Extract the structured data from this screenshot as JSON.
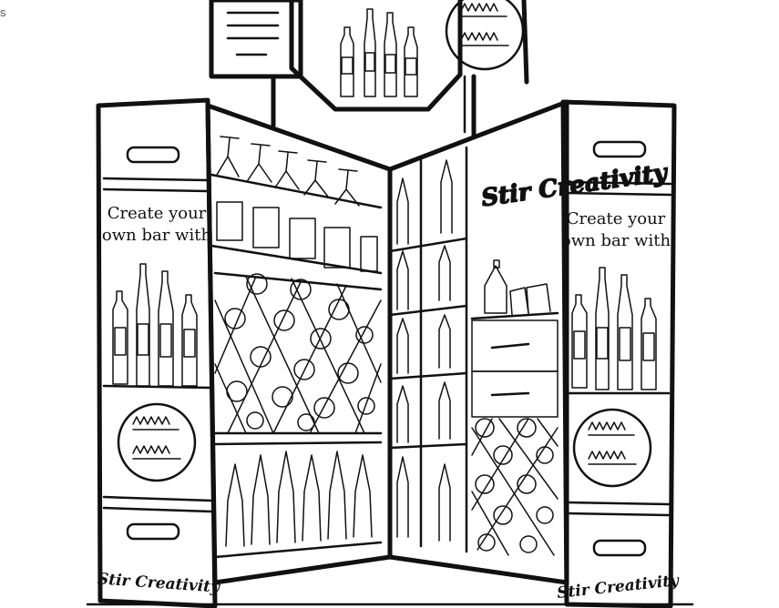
{
  "corner_text": "s",
  "left_panel": {
    "headline_line1": "Create your",
    "headline_line2": "own bar with",
    "footer_logo": "Stir Creativity"
  },
  "right_panel": {
    "headline_line1": "Create your",
    "headline_line2": "own bar with",
    "footer_logo": "Stir Creativity"
  },
  "center_sign_logo": "Stir Creativity",
  "colors": {
    "ink": "#111111",
    "panel_texture": "#e9e9e9",
    "badge_fill": "#a8a8a8"
  }
}
